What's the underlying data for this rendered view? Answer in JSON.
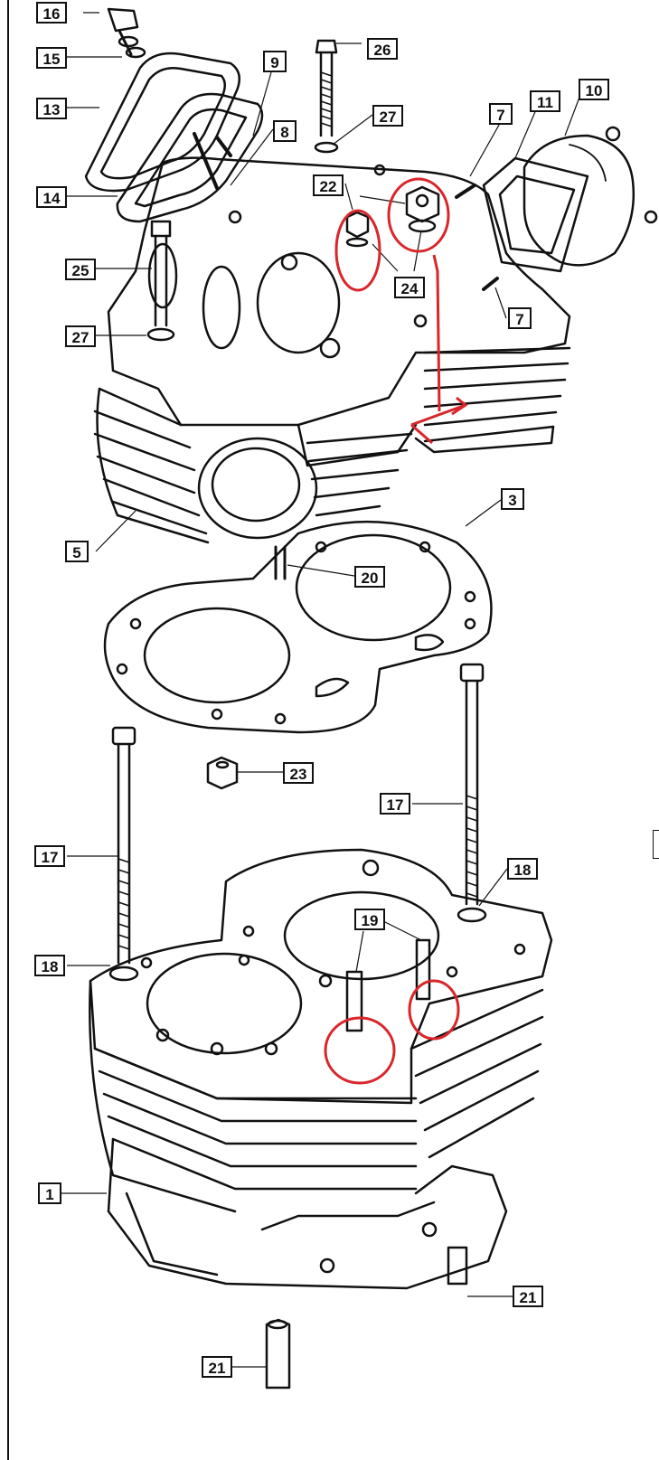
{
  "diagram": {
    "part_labels": {
      "p1": "1",
      "p3": "3",
      "p5": "5",
      "p7a": "7",
      "p7b": "7",
      "p8": "8",
      "p9": "9",
      "p10": "10",
      "p11": "11",
      "p13": "13",
      "p14": "14",
      "p15": "15",
      "p16": "16",
      "p17a": "17",
      "p17b": "17",
      "p18a": "18",
      "p18b": "18",
      "p19": "19",
      "p20": "20",
      "p21a": "21",
      "p21b": "21",
      "p22": "22",
      "p23": "23",
      "p24": "24",
      "p25": "25",
      "p26": "26",
      "p27a": "27",
      "p27b": "27"
    },
    "colors": {
      "line": "#111111",
      "highlight": "#d8262b",
      "background": "#ffffff"
    }
  }
}
